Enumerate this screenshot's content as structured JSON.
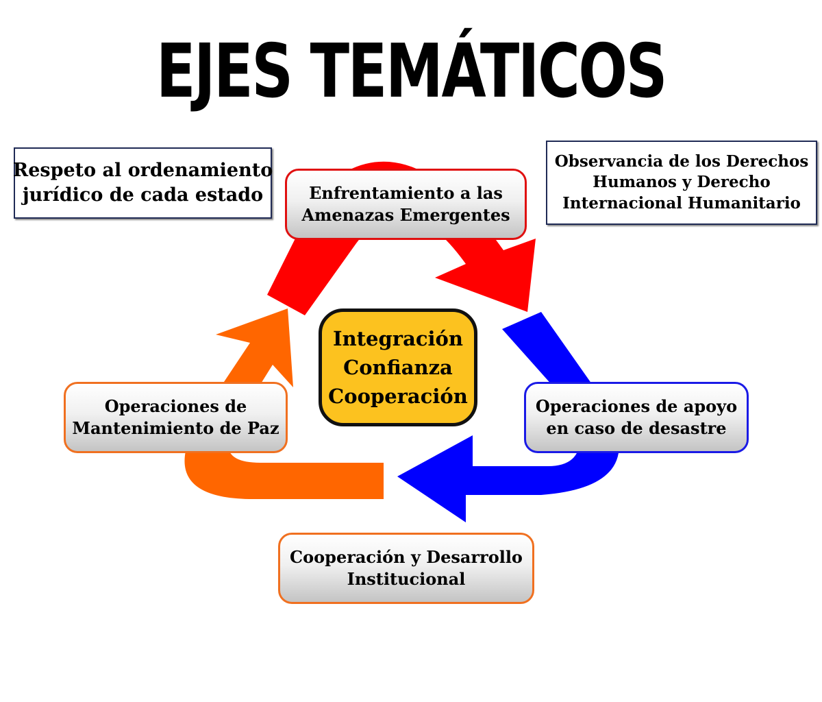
{
  "title": "EJES TEMÁTICOS",
  "colors": {
    "red": "#ff0000",
    "blue": "#0000ff",
    "orange": "#ff6600",
    "center_fill": "#fcc21f"
  },
  "nodes": {
    "top": {
      "line1": "Enfrentamiento a las",
      "line2": "Amenazas Emergentes"
    },
    "right": {
      "line1": "Operaciones de apoyo",
      "line2": "en caso de desastre"
    },
    "left": {
      "line1": "Operaciones de",
      "line2": "Mantenimiento de Paz"
    },
    "bottom": {
      "line1": "Cooperación y Desarrollo",
      "line2": "Institucional"
    }
  },
  "center": {
    "line1": "Integración",
    "line2": "Confianza",
    "line3": "Cooperación"
  },
  "notes": {
    "left": {
      "line1": "Respeto al ordenamiento",
      "line2": "jurídico de cada estado"
    },
    "right": {
      "line1": "Observancia de los Derechos",
      "line2": "Humanos y Derecho",
      "line3": "Internacional Humanitario"
    }
  }
}
